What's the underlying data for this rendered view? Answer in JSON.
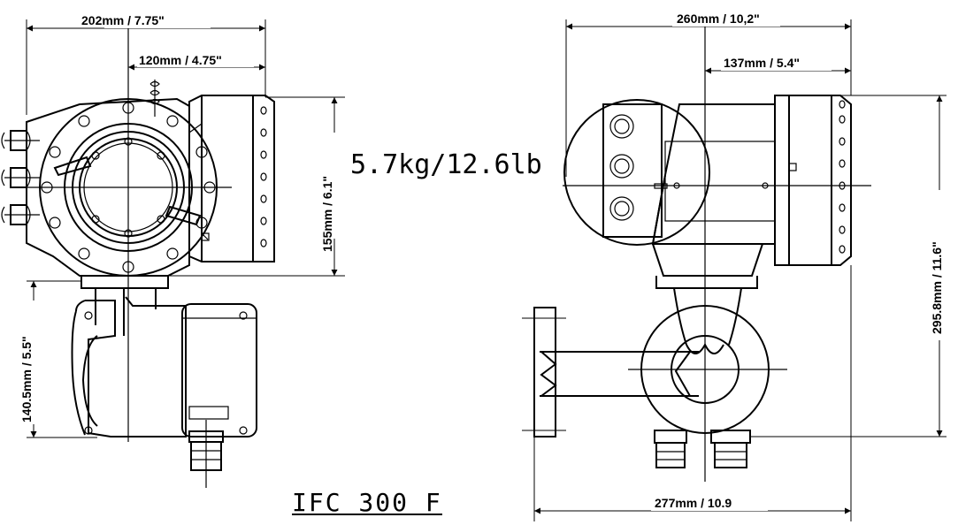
{
  "dimensions": {
    "left_width_overall": "202mm / 7.75\"",
    "left_width_partial": "120mm / 4.75\"",
    "left_height_head": "155mm / 6.1\"",
    "left_height_lower": "140.5mm / 5.5\"",
    "right_width_overall": "260mm / 10,2\"",
    "right_width_partial": "137mm / 5.4\"",
    "right_height_overall": "295.8mm / 11.6\"",
    "right_width_bottom": "277mm / 10.9"
  },
  "weight": "5.7kg/12.6lb",
  "model": "IFC 300 F"
}
